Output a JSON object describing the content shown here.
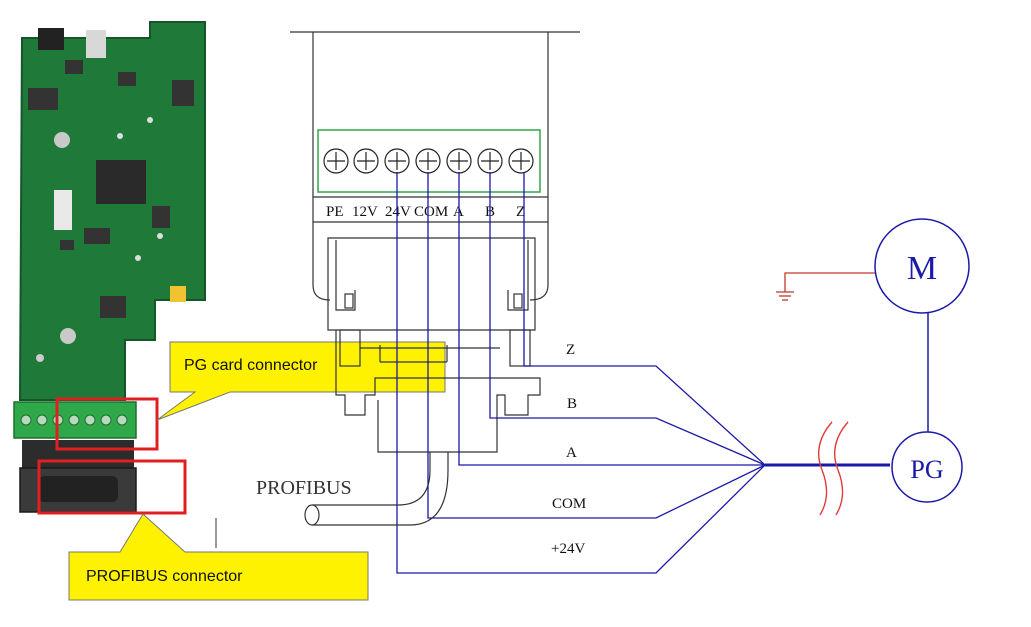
{
  "terminals": {
    "labels": [
      "PE",
      "12V",
      "24V",
      "COM",
      "A",
      "B",
      "Z"
    ]
  },
  "signals": {
    "z": "Z",
    "b": "B",
    "a": "A",
    "com": "COM",
    "v24": "+24V"
  },
  "profibus_label": "PROFIBUS",
  "motor_label": "M",
  "encoder_label": "PG",
  "callouts": {
    "pg_card": "PG card connector",
    "profibus": "PROFIBUS connector"
  },
  "colors": {
    "signal_wire": "#1a1aa8",
    "pcb": "#1f7a3a",
    "terminal_block": "#2fa84a",
    "highlight_box": "#e02020",
    "callout_fill": "#fff200",
    "ground": "#c0392b",
    "cable_break": "#e23b3b"
  }
}
